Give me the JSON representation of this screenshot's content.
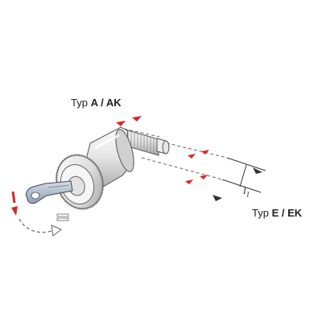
{
  "labels": {
    "top": {
      "prefix": "Typ",
      "type": "A / AK"
    },
    "bottom": {
      "prefix": "Typ",
      "type": "E / EK"
    },
    "dimension": {
      "letter": "l",
      "subscript": "1"
    }
  },
  "colors": {
    "accent": "#d42a2a",
    "line": "#555555",
    "body_light": "#f4f4f4",
    "body_mid": "#d8d8d8",
    "body_dark": "#9a9a9a",
    "key": "#b9c6d3",
    "text": "#222222"
  },
  "icons": {
    "key": "key-icon",
    "rotation_arrow": "rotation-arrow-icon",
    "marker": "triangle-marker-icon"
  }
}
